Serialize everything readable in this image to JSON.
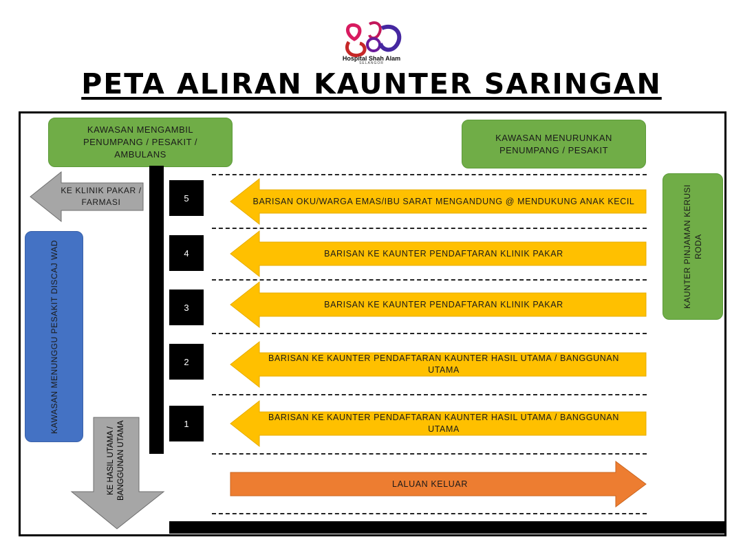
{
  "logo": {
    "name": "Hospital Shah Alam",
    "sub": "SELANGOR",
    "icon": "hospital-logo-icon"
  },
  "title": "PETA ALIRAN KAUNTER SARINGAN",
  "areas": {
    "pickup": "KAWASAN MENGAMBIL PENUMPANG / PESAKIT / AMBULANS",
    "dropoff": "KAWASAN MENURUNKAN PENUMPANG / PESAKIT",
    "ward_discharge": "KAWASAN MENUNGGU PESAKIT DISCAJ WAD",
    "wheelchair": "KAUNTER PINJAMAN KERUSI RODA"
  },
  "exits": {
    "specialist_clinic": "KE KLINIK PAKAR / FARMASI",
    "main_building": "KE HASIL UTAMA / BANGGUNAN UTAMA"
  },
  "lanes": [
    {
      "number": "5",
      "label": "BARISAN OKU/WARGA EMAS/IBU SARAT MENGANDUNG @ MENDUKUNG ANAK KECIL"
    },
    {
      "number": "4",
      "label": "BARISAN KE KAUNTER PENDAFTARAN KLINIK PAKAR"
    },
    {
      "number": "3",
      "label": "BARISAN KE KAUNTER PENDAFTARAN KLINIK PAKAR"
    },
    {
      "number": "2",
      "label": "BARISAN KE KAUNTER PENDAFTARAN KAUNTER HASIL UTAMA / BANGGUNAN UTAMA"
    },
    {
      "number": "1",
      "label": "BARISAN KE KAUNTER PENDAFTARAN KAUNTER HASIL UTAMA / BANGGUNAN UTAMA"
    }
  ],
  "exit_lane": "LALUAN KELUAR",
  "colors": {
    "lane_arrow": "#ffc000",
    "exit_arrow": "#ed7d31",
    "area_green": "#70ad47",
    "area_blue": "#4472c4",
    "direction_arrow": "#a6a6a6"
  }
}
